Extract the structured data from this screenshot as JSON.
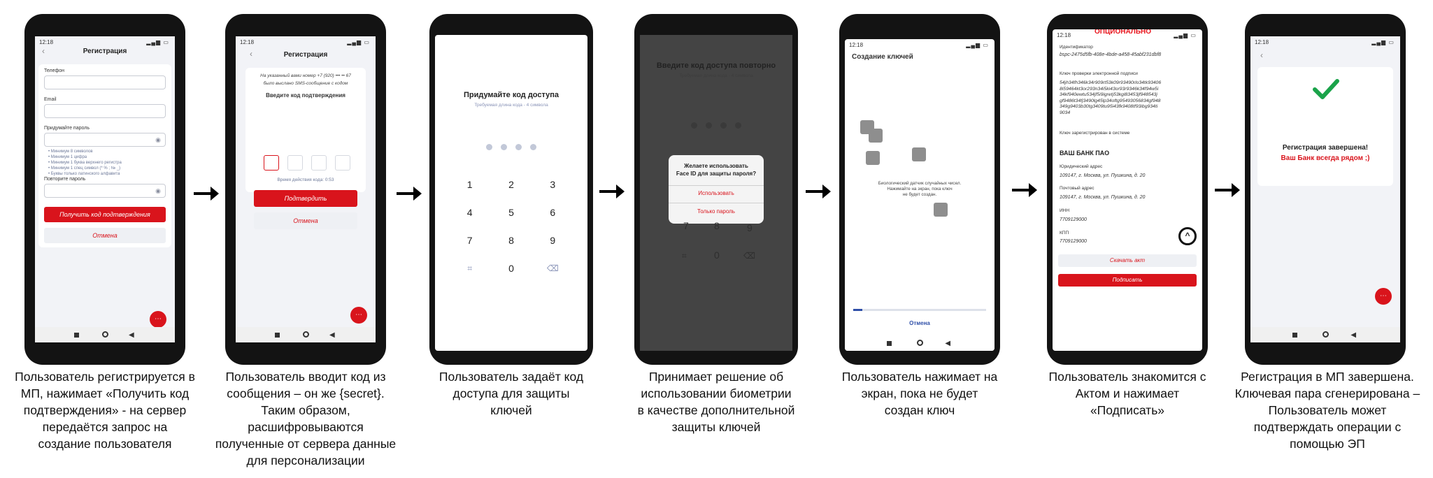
{
  "phone1": {
    "time": "12:18",
    "title": "Регистрация",
    "phone_label": "Телефон",
    "email_label": "Email",
    "password_label": "Придумайте пароль",
    "rules": [
      "Минимум 8 символов",
      "Минимум 1 цифра",
      "Минимум 1 буква верхнего регистра",
      "Минимум 1 спец символ (* % ; № _)",
      "Буквы только латинского алфавита"
    ],
    "repeat_label": "Повторите пароль",
    "get_code_button": "Получить код подтверждения",
    "cancel_button": "Отмена"
  },
  "phone2": {
    "time": "12:18",
    "title": "Регистрация",
    "sms_info_1": "На указанный вами номер +7 (920) ••• •• 67",
    "sms_info_2": "было выслано SMS-сообщение с кодом",
    "enter_code_label": "Введите код подтверждения",
    "timer": "Время действия кода: 0:53",
    "confirm_button": "Подтвердить",
    "cancel_button": "Отмена"
  },
  "phone3": {
    "title": "Придумайте код доступа",
    "subtitle": "Требуемая длина кода - 4 символа",
    "keys": [
      "1",
      "2",
      "3",
      "4",
      "5",
      "6",
      "7",
      "8",
      "9",
      "0"
    ]
  },
  "phone4": {
    "title": "Введите код доступа повторно",
    "subtitle": "Требуемая длина кода - 4 символа",
    "dialog_text_1": "Желаете использовать",
    "dialog_text_2": "Face ID для защиты пароля?",
    "use_button": "Использовать",
    "password_only_button": "Только пароль",
    "keys_visible": [
      "9",
      "7",
      "8",
      "0"
    ]
  },
  "phone5": {
    "time": "12:18",
    "title": "Создание ключей",
    "sensor_text_1": "Биологический датчик случайных чисел.",
    "sensor_text_2": "Нажимайте на экран, пока ключ",
    "sensor_text_3": "не будет создан.",
    "progress": 0.07,
    "cancel_button": "Отмена"
  },
  "phone6": {
    "time": "12:18",
    "optional_label": "ОПЦИОНАЛЬНО",
    "id_label": "Идентификатор",
    "id_value": "bspc-2475d5fb-408e-4bde-a458-45abf231dbf8",
    "key_label": "Ключ проверки электронной подписи",
    "key_value": [
      "54jh34fh346k34r909rt53k09r93490rlo34tk93406",
      "8i59464kt3or293n34i5ki43or93r9346k34f94w5i",
      "34kf940ewtu534jf5i9igretj53kgl83453jf948543j",
      "gf9486t34fj3490lg45lp34oftg95493056834gf948",
      "349g9403b30tg3409tu95i43fk9408tf93ibg934ti",
      "9034"
    ],
    "registered_label": "Ключ зарегистрирован в системе",
    "bank_name": "ВАШ БАНК ПАО",
    "legal_address_label": "Юридический адрес",
    "legal_address": "109147, г. Москва, ул. Пушкина, д. 20",
    "postal_address_label": "Почтовый адрес",
    "postal_address": "109147, г. Москва, ул. Пушкина, д. 20",
    "inn_label": "ИНН",
    "inn": "7709129000",
    "kpp_label": "КПП",
    "kpp": "7709129000",
    "download_button": "Скачать акт",
    "sign_button": "Подписать"
  },
  "phone7": {
    "time": "12:18",
    "done_text": "Регистрация завершена!",
    "slogan": "Ваш Банк всегда рядом ;)"
  },
  "captions": [
    [
      "Пользователь регистрируется в",
      "МП, нажимает «Получить код",
      "подтверждения» - на сервер",
      "передаётся запрос на",
      "создание пользователя"
    ],
    [
      "Пользователь вводит код из",
      "сообщения – он же {secret}.",
      "Таким образом,",
      "расшифровываются",
      "полученные от сервера данные",
      "для персонализации"
    ],
    [
      "Пользователь задаёт код",
      "доступа для защиты",
      "ключей"
    ],
    [
      "Принимает решение об",
      "использовании биометрии",
      "в качестве дополнительной",
      "защиты ключей"
    ],
    [
      "Пользователь нажимает на",
      "экран, пока не будет",
      "создан ключ"
    ],
    [
      "Пользователь знакомится с",
      "Актом и нажимает",
      "«Подписать»"
    ],
    [
      "Регистрация в МП завершена.",
      "Ключевая пара сгенерирована –",
      "Пользователь может",
      "подтверждать операции с",
      "помощью ЭП"
    ]
  ],
  "colors": {
    "accent": "#d9141c",
    "success": "#1aa34a"
  }
}
